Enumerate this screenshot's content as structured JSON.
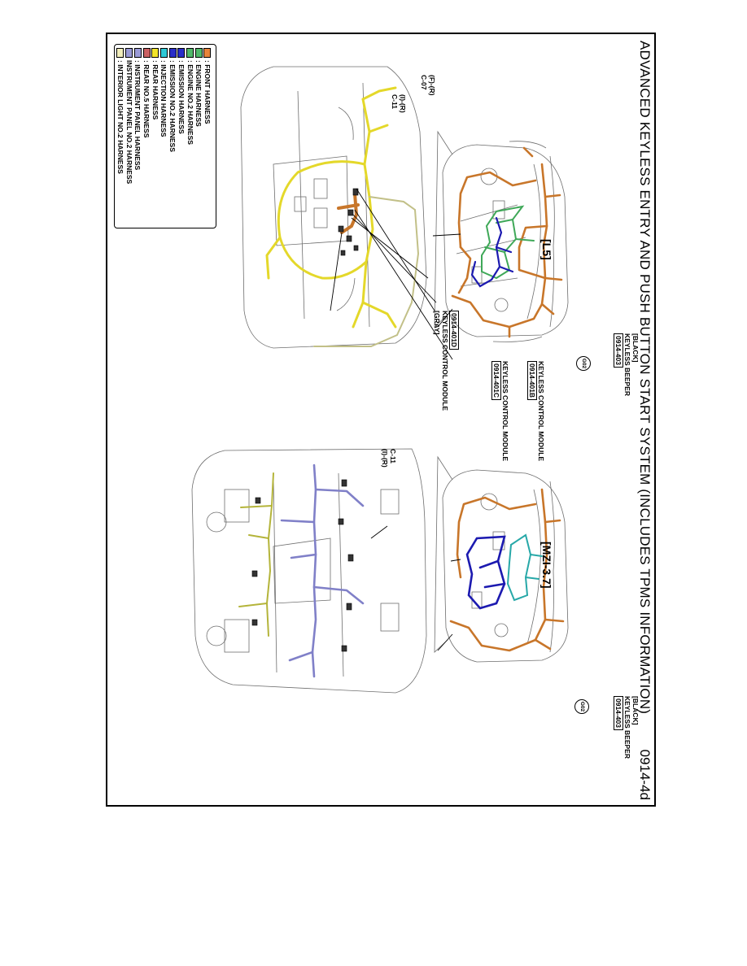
{
  "page": {
    "title": "ADVANCED KEYLESS ENTRY AND PUSH BUTTON START SYSTEM (INCLUDES TPMS INFORMATION)",
    "page_number": "0914-4d"
  },
  "variants": {
    "l5": "[L5]",
    "mzi": "[MZI-3.7]"
  },
  "callouts": {
    "l5_beeper_color": "[BLACK]",
    "l5_beeper_name": "KEYLESS BEEPER",
    "l5_beeper_code": "0914-403",
    "l5_ground": "G02",
    "module_b_name": "KEYLESS CONTROL MODULE",
    "module_b_code": "0914-401B",
    "module_c_name": "KEYLESS CONTROL MODULE",
    "module_c_code": "0914-401C",
    "module_d_code": "0914-401D",
    "module_d_name": "KEYLESS CONTROL MODULE",
    "module_d_color": "[GRAY]",
    "conn_fr_label": "(F)-(R)",
    "conn_fr_code": "C-07",
    "conn_ir_label": "(I)-(R)",
    "conn_ir_code": "C-11",
    "mzi_conn_code": "C-11",
    "mzi_conn_label": "(I)-(R)",
    "mzi_beeper_color": "[BLACK]",
    "mzi_beeper_name": "KEYLESS BEEPER",
    "mzi_beeper_code": "0914-403",
    "mzi_ground": "G02"
  },
  "legend": [
    {
      "label": ": FRONT HARNESS",
      "color": "#e8843a"
    },
    {
      "label": ": ENGINE HARNESS",
      "color": "#52b96a"
    },
    {
      "label": ": ENGINE NO.2 HARNESS",
      "color": "#52b96a"
    },
    {
      "label": ": EMISSION HARNESS",
      "color": "#2a2ec9"
    },
    {
      "label": ": EMISSION NO.2 HARNESS",
      "color": "#2a2ec9"
    },
    {
      "label": ": INJECTION HARNESS",
      "color": "#2ec9d6"
    },
    {
      "label": ": REAR HARNESS",
      "color": "#f2e52a"
    },
    {
      "label": ": REAR NO.5 HARNESS",
      "color": "#c96062"
    },
    {
      "label": ": INSTRUMENT PANEL HARNESS",
      "color": "#9a9ad6"
    },
    {
      "label": "INSTRUMENT PANEL NO.2 HARNESS",
      "color": "#9a9ad6"
    },
    {
      "label": ": INTERIOR LIGHT NO.2 HARNESS",
      "color": "#f2eebc"
    }
  ],
  "colors": {
    "front": "#c8762a",
    "engine": "#3fa858",
    "emission": "#1c1ab0",
    "injection": "#27a8a8",
    "rear": "#e4d82a",
    "ip": "#8080c8",
    "interior": "#c2c088",
    "ip2": "#b4b43a",
    "outline": "#6e6e6e"
  }
}
